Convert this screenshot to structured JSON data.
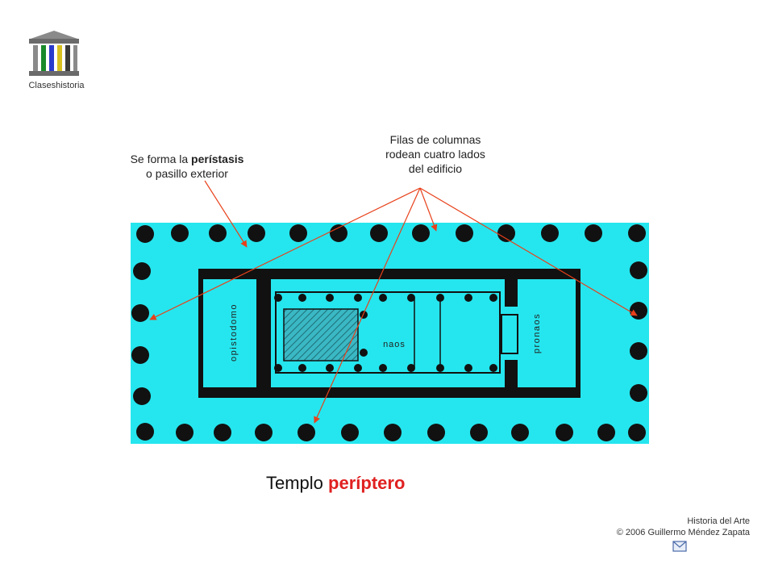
{
  "brand": {
    "caption": "Claseshistoria"
  },
  "annotations": {
    "peristasis": {
      "prefix": "Se forma la ",
      "bold": "perístasis",
      "line2": "o pasillo exterior"
    },
    "columns": {
      "line1": "Filas de columnas",
      "line2": "rodean cuatro lados",
      "line3": "del edificio"
    }
  },
  "plan_labels": {
    "opistodomo": "opistodomo",
    "naos": "naos",
    "pronaos": "pronaos"
  },
  "title": {
    "prefix": "Templo ",
    "accent": "períptero"
  },
  "credits": {
    "line1": "Historia del Arte",
    "line2": "© 2006 Guillermo Méndez Zapata"
  },
  "colors": {
    "plan_fill": "#25e6ee",
    "wall": "#111111",
    "arrow": "#e8401a",
    "accent": "#e02020"
  },
  "icons": {
    "logo": "temple-logo-icon",
    "mail": "mail-icon"
  }
}
